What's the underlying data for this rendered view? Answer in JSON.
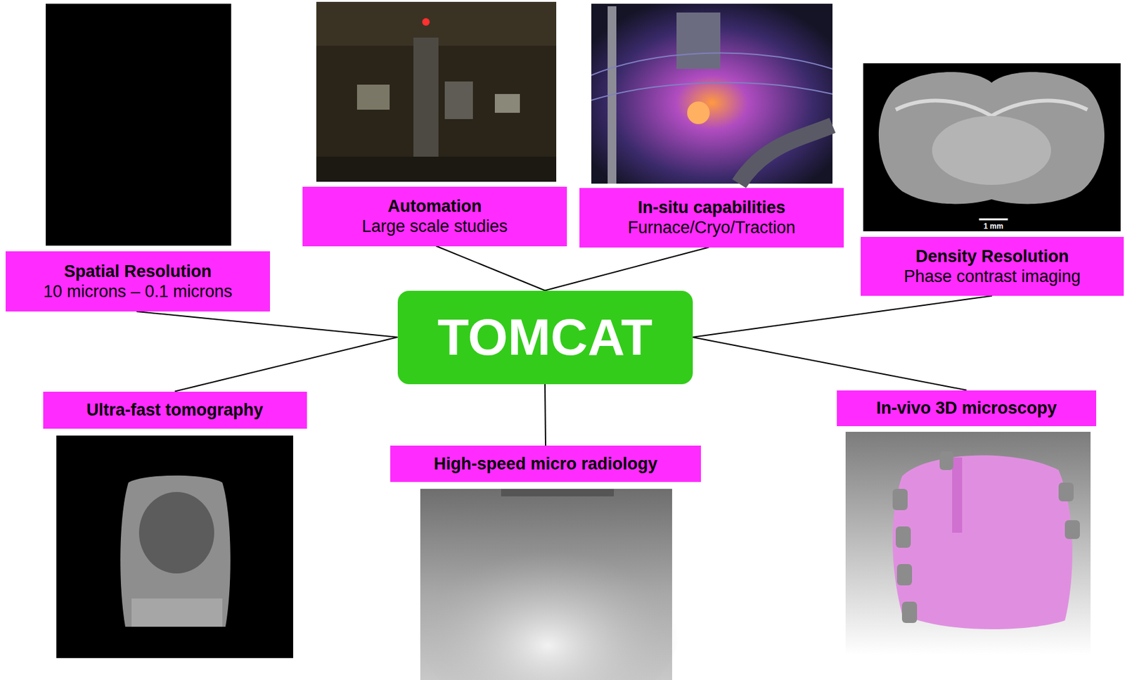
{
  "diagram": {
    "nodes": [
      {
        "text": [
          "Automation",
          "Large scale studies"
        ]
      },
      {
        "text": [
          "In-situ capabilities",
          "Furnace/Cryo/Traction"
        ]
      },
      {
        "text": [
          "Spatial Resolution",
          "10 microns – 0.1 microns"
        ]
      },
      {
        "text": [
          "Density Resolution",
          "Phase contrast imaging"
        ]
      },
      {
        "text": [
          "TOMCAT"
        ]
      },
      {
        "text": [
          "Ultra-fast tomography"
        ]
      },
      {
        "text": [
          "In-vivo 3D microscopy"
        ]
      },
      {
        "text": [
          "High-speed micro radiology"
        ]
      }
    ],
    "edges": [
      {
        "from": 4,
        "to": 0,
        "arrow": "none"
      },
      {
        "from": 4,
        "to": 1,
        "arrow": "none"
      },
      {
        "from": 4,
        "to": 2,
        "arrow": "none"
      },
      {
        "from": 4,
        "to": 3,
        "arrow": "none"
      },
      {
        "from": 4,
        "to": 5,
        "arrow": "none"
      },
      {
        "from": 4,
        "to": 6,
        "arrow": "none"
      },
      {
        "from": 4,
        "to": 7,
        "arrow": "none"
      }
    ],
    "labels": [
      "1 mm"
    ]
  }
}
